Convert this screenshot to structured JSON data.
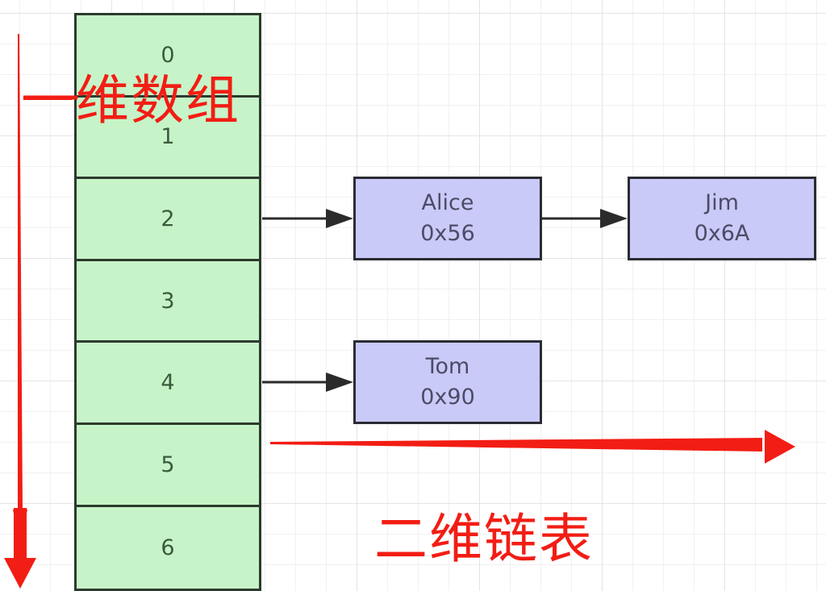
{
  "array": {
    "title": "一维数组",
    "cells": [
      "0",
      "1",
      "2",
      "3",
      "4",
      "5",
      "6"
    ],
    "fill_color": "#c6f4c8"
  },
  "nodes": {
    "alice": {
      "name": "Alice",
      "address": "0x56"
    },
    "jim": {
      "name": "Jim",
      "address": "0x6A"
    },
    "tom": {
      "name": "Tom",
      "address": "0x90"
    },
    "fill_color": "#c9caf8"
  },
  "links": [
    {
      "from": "2",
      "to": "Alice"
    },
    {
      "from": "Alice",
      "to": "Jim"
    },
    {
      "from": "4",
      "to": "Tom"
    }
  ],
  "annotations": {
    "vertical_label": "一维数组",
    "horizontal_label": "二维链表",
    "annotation_color": "#f21d14"
  }
}
